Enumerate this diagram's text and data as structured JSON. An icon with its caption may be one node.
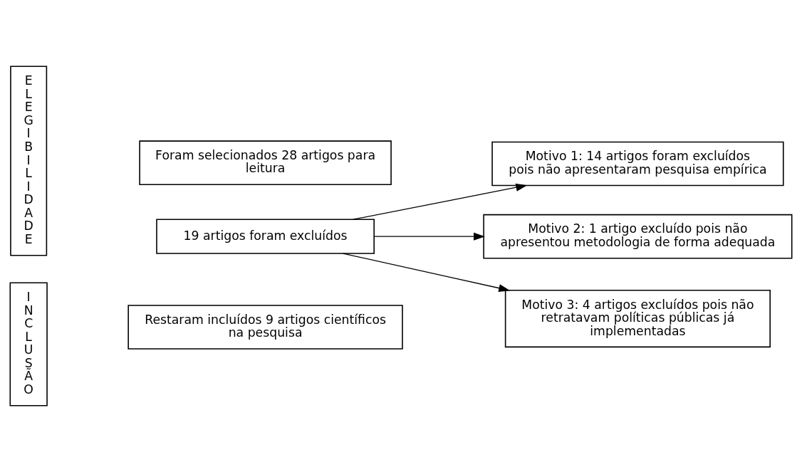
{
  "diagram": {
    "nodes": [
      {
        "text": [
          "E L E G I B I L I D A D E"
        ]
      },
      {
        "text": [
          "Foram selecionados 28 artigos para leitura"
        ]
      },
      {
        "text": [
          "19 artigos foram excluídos"
        ]
      },
      {
        "text": [
          "Motivo 1: 14 artigos foram excluídos pois não apresentaram pesquisa empírica"
        ]
      },
      {
        "text": [
          "Motivo 2: 1 artigo excluído pois não apresentou metodologia de forma adequada"
        ]
      },
      {
        "text": [
          "Motivo 3: 4 artigos excluídos pois não retratavam políticas públicas já implementadas"
        ]
      },
      {
        "text": [
          "I N C L U S Ã O"
        ]
      },
      {
        "text": [
          "Restaram incluídos 9 artigos científicos na pesquisa"
        ]
      }
    ],
    "edges": [
      {
        "from": 2,
        "to": 3,
        "arrow": "to"
      },
      {
        "from": 2,
        "to": 4,
        "arrow": "to"
      },
      {
        "from": 2,
        "to": 5,
        "arrow": "to"
      }
    ]
  }
}
